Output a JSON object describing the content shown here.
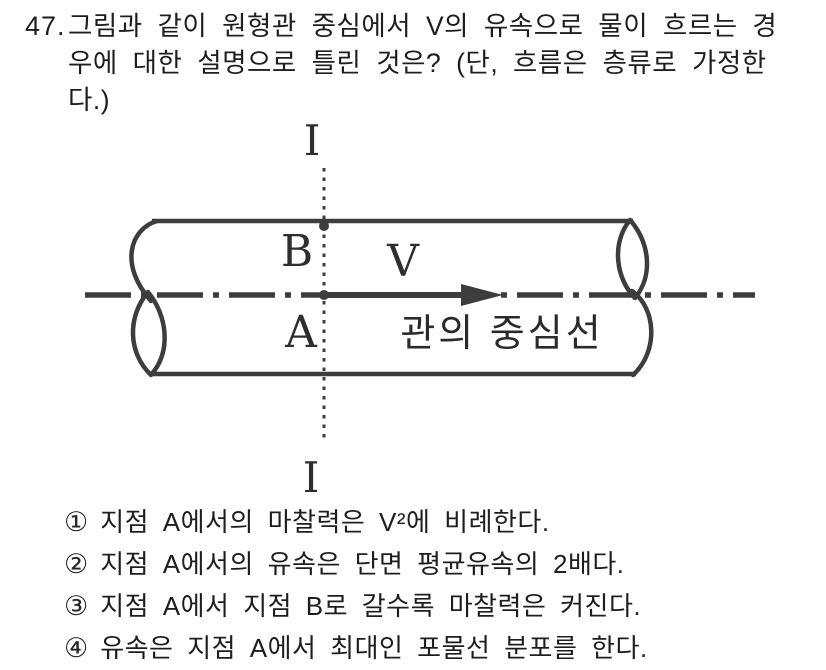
{
  "question": {
    "number": "47.",
    "lines": [
      "그림과 같이 원형관 중심에서 V의 유속으로 물이 흐르는 경",
      "우에 대한 설명으로 틀린 것은? (단, 흐름은 층류로 가정한",
      "다.)"
    ]
  },
  "diagram": {
    "section_label_top": "I",
    "section_label_bottom": "I",
    "point_b_label": "B",
    "point_a_label": "A",
    "velocity_label": "V",
    "centerline_label": "관의 중심선",
    "stroke_color": "#3d3d3d"
  },
  "choices": [
    {
      "marker": "①",
      "text": "지점 A에서의 마찰력은 V²에 비례한다."
    },
    {
      "marker": "②",
      "text": "지점 A에서의 유속은 단면 평균유속의 2배다."
    },
    {
      "marker": "③",
      "text": "지점 A에서 지점 B로 갈수록 마찰력은 커진다."
    },
    {
      "marker": "④",
      "text": "유속은 지점 A에서 최대인 포물선 분포를 한다."
    }
  ]
}
